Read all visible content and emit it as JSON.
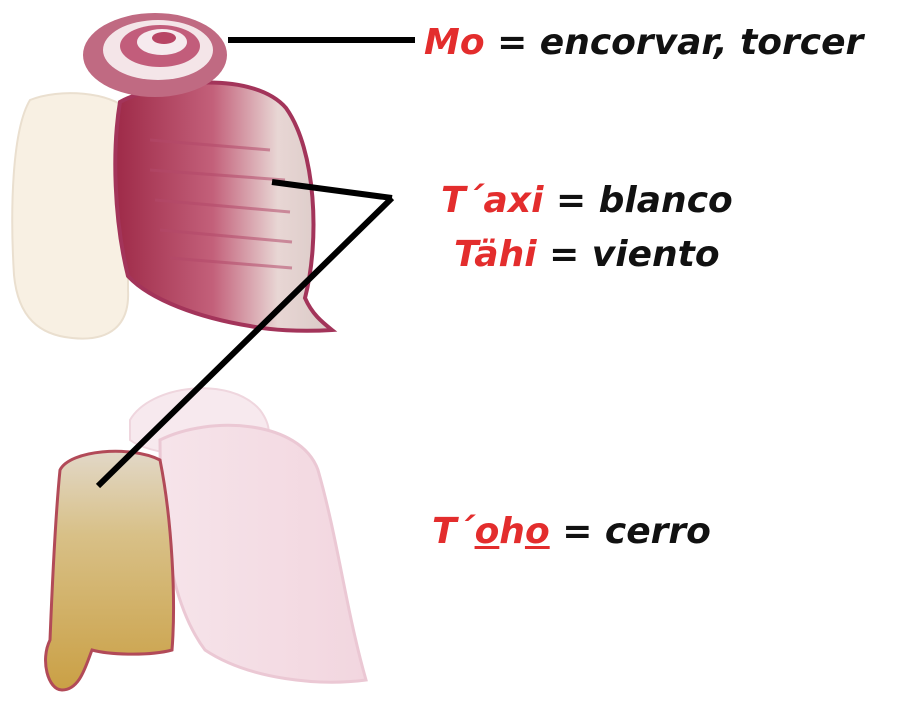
{
  "colors": {
    "term": "#e32d2d",
    "meaning": "#111111",
    "glyph_top_pink": "#b43f5e",
    "glyph_top_light": "#f6eef0",
    "glyph_bottom_ochre": "#d9b25a",
    "connector": "#000000"
  },
  "glosses": [
    {
      "term": "Mo",
      "separator": " = ",
      "meaning": "encorvar, torcer"
    },
    {
      "term": "T´axi",
      "separator": " = ",
      "meaning": "blanco"
    },
    {
      "term": "Tähi",
      "separator": " = ",
      "meaning": "viento"
    },
    {
      "term_parts": [
        "T´",
        "o",
        "h",
        "o"
      ],
      "separator": " = ",
      "meaning": "cerro"
    }
  ]
}
